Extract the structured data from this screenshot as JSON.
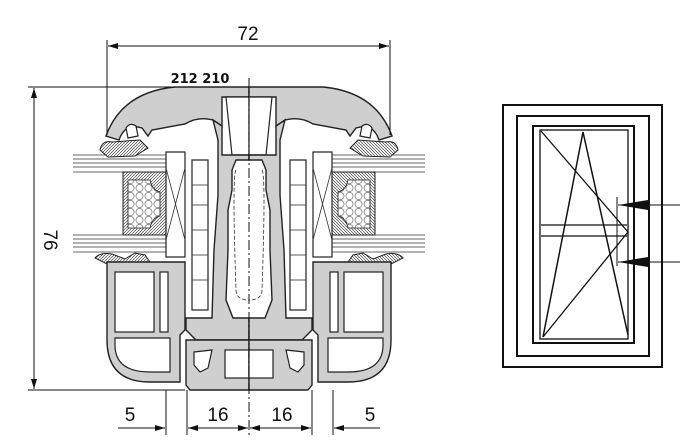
{
  "drawing": {
    "profile_code": "212 210",
    "dimensions": {
      "overall_width": "72",
      "overall_height": "76",
      "bottom_left_offset": "5",
      "bottom_left_center": "16",
      "bottom_right_center": "16",
      "bottom_right_offset": "5"
    }
  },
  "elevation": {
    "type": "tilt-and-turn window"
  }
}
